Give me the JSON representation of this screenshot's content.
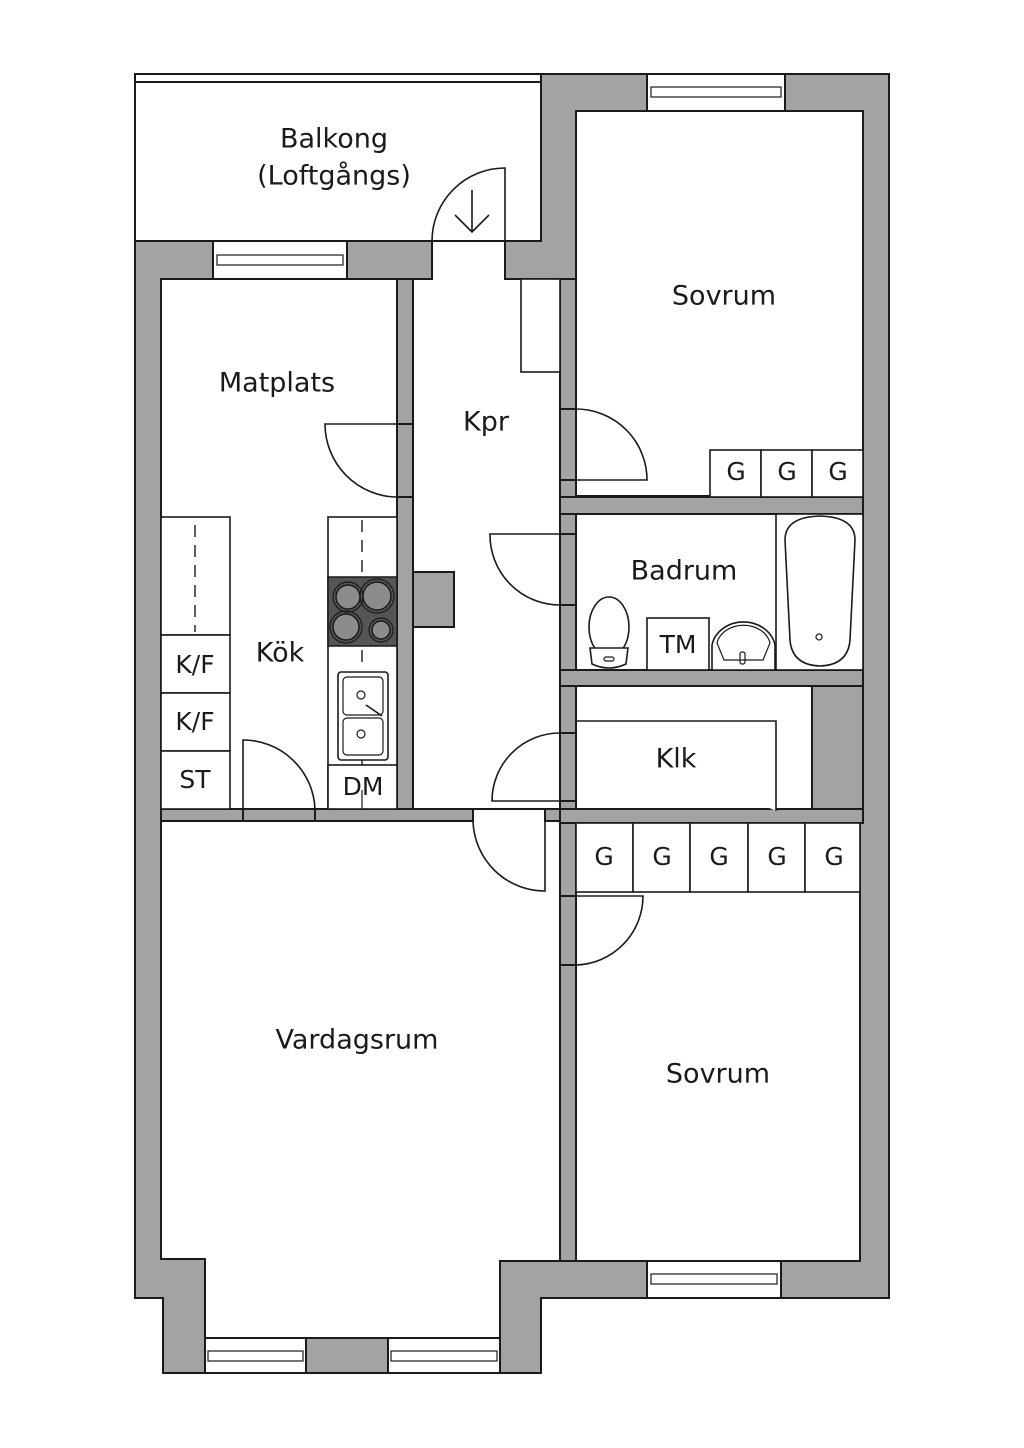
{
  "floorplan": {
    "colors": {
      "wall": "#a3a3a3",
      "line": "#1a1a1a",
      "floor": "#ffffff",
      "hob": "#555555"
    },
    "rooms": {
      "balcony": "Balkong",
      "balcony_sub": "(Loftgångs)",
      "bedroom_top": "Sovrum",
      "dining": "Matplats",
      "hall": "Kpr",
      "kitchen": "Kök",
      "bathroom": "Badrum",
      "closet": "Klk",
      "living": "Vardagsrum",
      "bedroom_bottom": "Sovrum"
    },
    "fixtures": {
      "fridge_freezer_1": "K/F",
      "fridge_freezer_2": "K/F",
      "storage": "ST",
      "dishwasher": "DM",
      "washing_machine": "TM",
      "wardrobe": "G"
    },
    "wardrobes_top": [
      "G",
      "G",
      "G"
    ],
    "wardrobes_bottom": [
      "G",
      "G",
      "G",
      "G",
      "G"
    ]
  }
}
